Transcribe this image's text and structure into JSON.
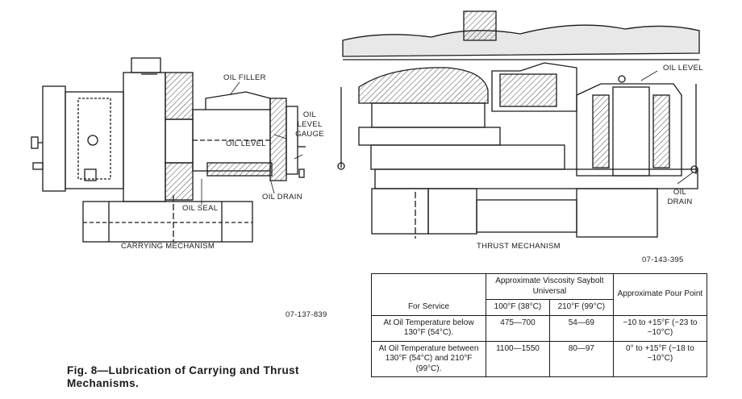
{
  "figure": {
    "caption": "Fig. 8—Lubrication of Carrying and Thrust Mechanisms.",
    "carrying": {
      "title": "CARRYING MECHANISM",
      "labels": {
        "oil_filler": "OIL FILLER",
        "oil_level": "OIL LEVEL",
        "oil_level_gauge": "OIL LEVEL GAUGE",
        "oil_seal": "OIL SEAL",
        "oil_drain": "OIL DRAIN"
      },
      "code": "07-137-839"
    },
    "thrust": {
      "title": "THRUST MECHANISM",
      "labels": {
        "oil_level": "OIL LEVEL",
        "oil_drain": "OIL DRAIN"
      },
      "code": "07-143-395"
    }
  },
  "table": {
    "headers": {
      "service": "For Service",
      "viscosity": "Approximate Viscosity Saybolt Universal",
      "temp_100": "100°F (38°C)",
      "temp_210": "210°F (99°C)",
      "pour_point": "Approximate Pour Point"
    },
    "rows": [
      {
        "service": "At Oil Temperature below 130°F (54°C).",
        "v100": "475—700",
        "v210": "54—69",
        "pour": "−10 to +15°F (−23 to −10°C)"
      },
      {
        "service": "At Oil Temperature between 130°F (54°C) and 210°F (99°C).",
        "v100": "1100—1550",
        "v210": "80—97",
        "pour": "0° to +15°F (−18 to −10°C)"
      }
    ]
  }
}
